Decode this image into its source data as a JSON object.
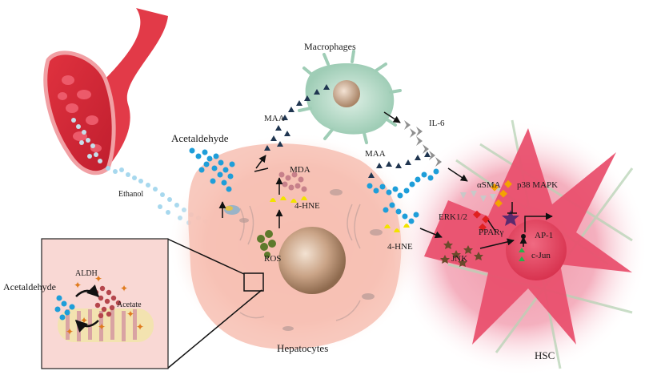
{
  "labels": {
    "macrophages": "Macrophages",
    "acetaldehyde_main": "Acetaldehyde",
    "ethanol": "Ethanol",
    "maa_top": "MAA",
    "maa_right": "MAA",
    "mda": "MDA",
    "hne_center": "4-HNE",
    "hne_right": "4-HNE",
    "ros": "ROS",
    "il6": "IL-6",
    "asma": "αSMA",
    "p38": "p38 MAPK",
    "erk": "ERK1/2",
    "ppar": "PPARγ",
    "jnk": "JNK",
    "ap1": "AP-1",
    "cjun": "c-Jun",
    "hepatocytes": "Hepatocytes",
    "hsc": "HSC",
    "inset_acetaldehyde": "Acetaldehyde",
    "aldh": "ALDH",
    "acetate": "Acetate"
  },
  "icons": {
    "vessel": "blood-vessel-icon",
    "macrophage": "macrophage-cell-icon",
    "hepatocyte": "hepatocyte-cell-icon",
    "hsc": "stellate-cell-icon",
    "mitochondrion": "mitochondrion-icon",
    "enzyme": "enzyme-protein-icon"
  },
  "colors": {
    "acetaldehyde": "#1e9ed9",
    "ethanol": "#a7d8ee",
    "maa": "#1f3550",
    "mda": "#c7808a",
    "hne": "#f2e300",
    "ros": "#5e7a2c",
    "il6": "#8f8f8f",
    "asma": "#c8c8c8",
    "p38": "#f4a300",
    "erk": "#e02020",
    "ppar": "#5b2a6e",
    "jnk": "#6b4a2b",
    "ap1": "#2bb14a",
    "hepatocyte": "#f7c6bd",
    "hsc": "#e8506e",
    "macrophage": "#bfe0cf"
  }
}
